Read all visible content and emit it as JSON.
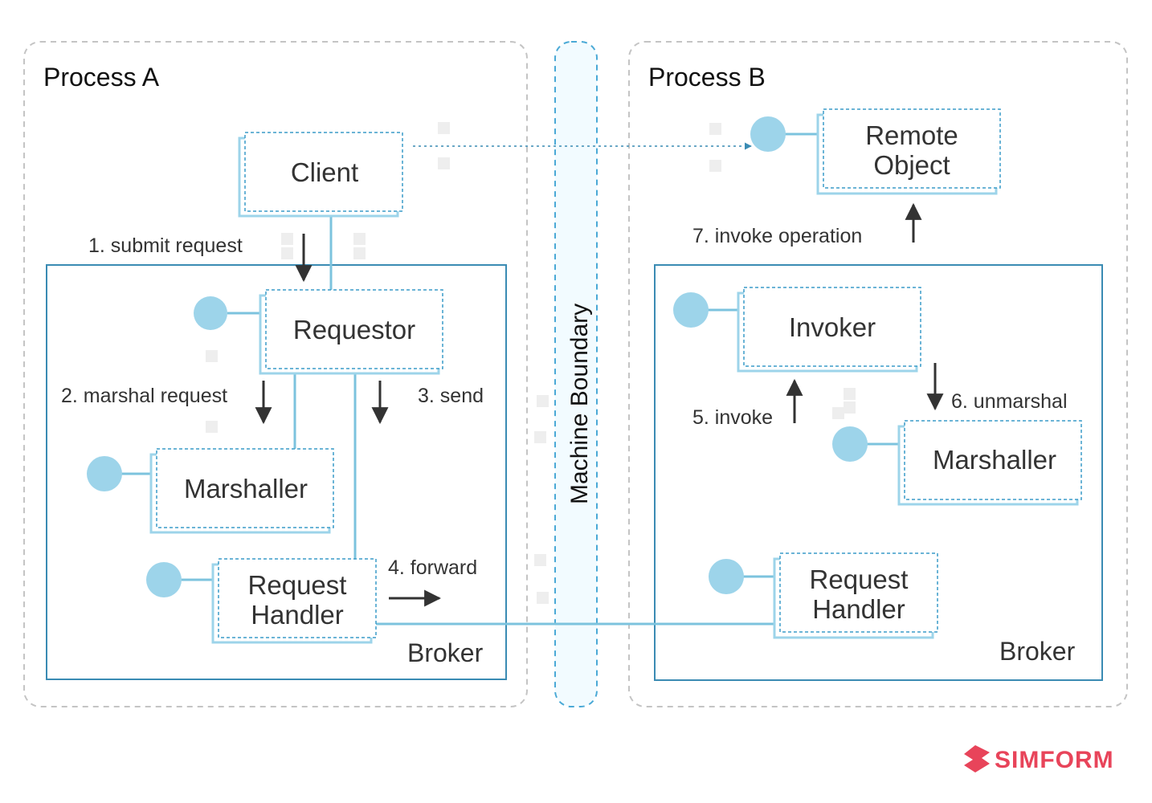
{
  "colors": {
    "accent": "#9dd4ea",
    "line": "#7cc3de",
    "process_border": "#c4c4c4",
    "broker_border": "#3a8bb3",
    "dashed_box": "#3a9bc8",
    "arrow": "#333333",
    "brand": "#e8445a"
  },
  "processes": {
    "a_title": "Process A",
    "b_title": "Process B"
  },
  "boundary": {
    "label": "Machine Boundary"
  },
  "components": {
    "client": "Client",
    "requestor": "Requestor",
    "marshaller_a": "Marshaller",
    "request_handler_a_line1": "Request",
    "request_handler_a_line2": "Handler",
    "broker_a": "Broker",
    "remote_object_line1": "Remote",
    "remote_object_line2": "Object",
    "invoker": "Invoker",
    "marshaller_b": "Marshaller",
    "request_handler_b_line1": "Request",
    "request_handler_b_line2": "Handler",
    "broker_b": "Broker"
  },
  "steps": {
    "s1": "1. submit request",
    "s2": "2. marshal request",
    "s3": "3. send",
    "s4": "4. forward",
    "s5": "5. invoke",
    "s6": "6. unmarshal",
    "s7": "7. invoke operation"
  },
  "logo": {
    "text": "SIMFORM",
    "icon": "simform-logo-icon"
  }
}
